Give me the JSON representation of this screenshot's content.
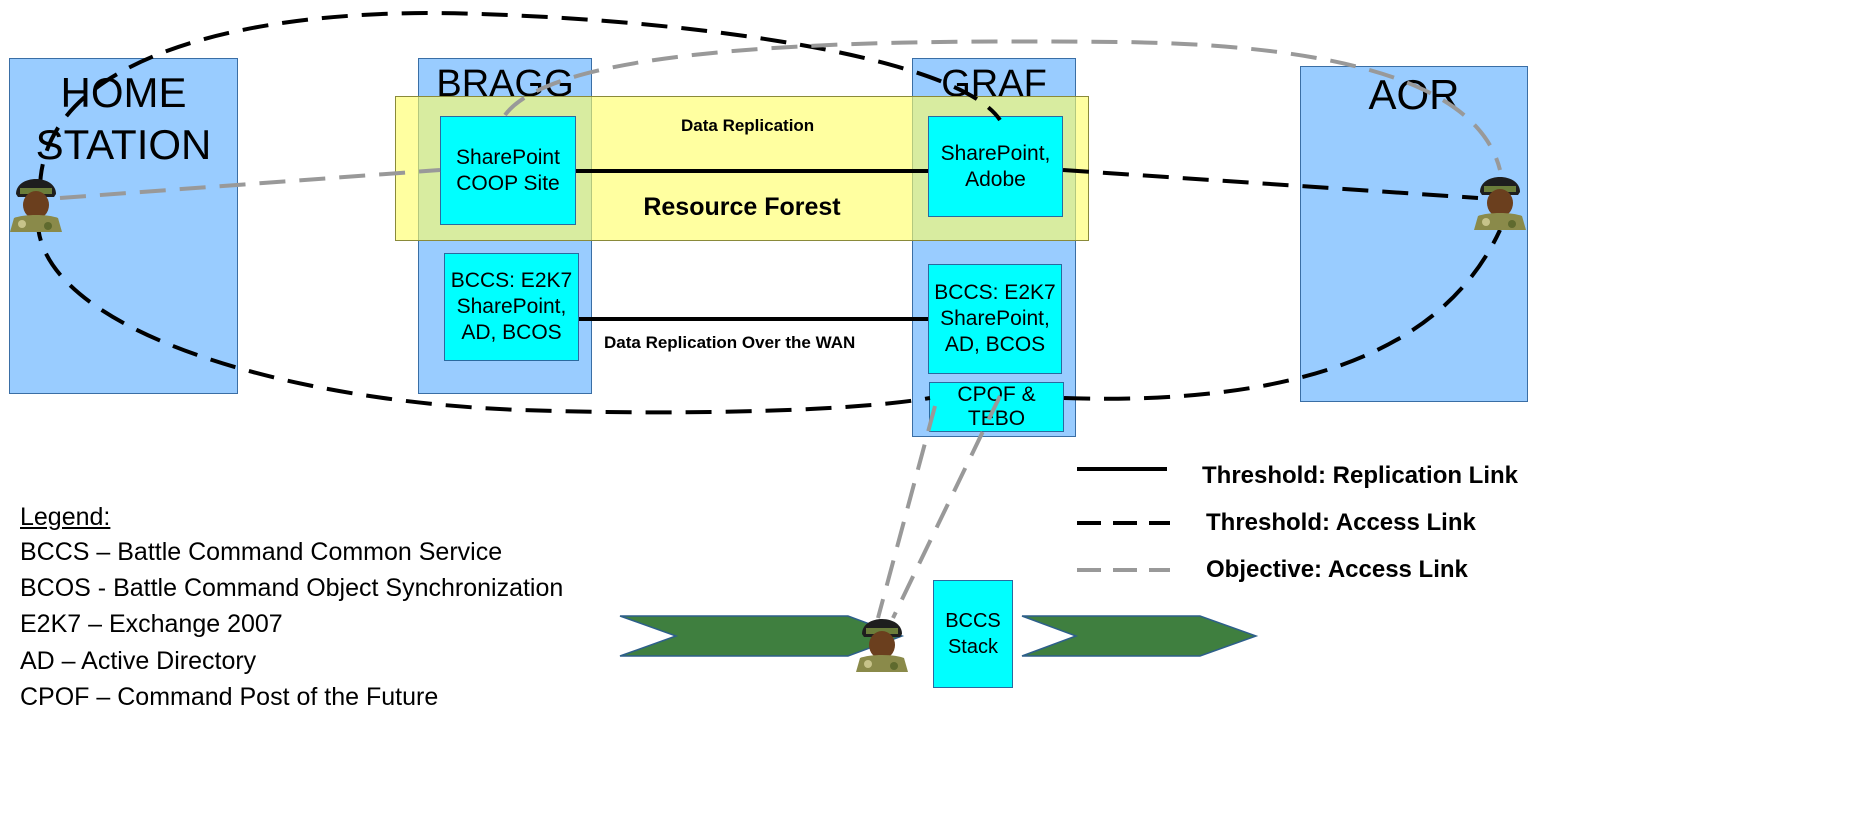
{
  "sites": {
    "home_station": "HOME\nSTATION",
    "bragg": "BRAGG",
    "graf": "GRAF",
    "aor": "AOR"
  },
  "forest_label": "Resource Forest",
  "servers": {
    "bragg_sharepoint": "SharePoint\nCOOP Site",
    "graf_sharepoint": "SharePoint,\nAdobe",
    "bragg_bccs": "BCCS: E2K7\nSharePoint,\nAD, BCOS",
    "graf_bccs": "BCCS: E2K7\nSharePoint,\nAD, BCOS",
    "graf_cpof": "CPOF &\nTEBO",
    "bccs_stack": "BCCS\nStack"
  },
  "link_labels": {
    "data_replication": "Data Replication",
    "data_replication_wan": "Data Replication Over the WAN"
  },
  "key": [
    {
      "style": "solid-black",
      "label": "Threshold: Replication Link"
    },
    {
      "style": "dashed-black",
      "label": "Threshold: Access Link"
    },
    {
      "style": "dashed-gray",
      "label": "Objective: Access Link"
    }
  ],
  "legend": {
    "title": "Legend:",
    "items": [
      "BCCS – Battle Command Common Service",
      "BCOS  - Battle Command Object Synchronization",
      "E2K7 – Exchange 2007",
      "AD – Active Directory",
      "CPOF – Command Post of the Future"
    ]
  },
  "colors": {
    "site_fill": "#99ccff",
    "forest_fill": "#ffff66",
    "server_fill": "#00ffff",
    "arrow_fill": "#3f7f3f",
    "threshold_link": "#000000",
    "objective_link": "#999999"
  }
}
